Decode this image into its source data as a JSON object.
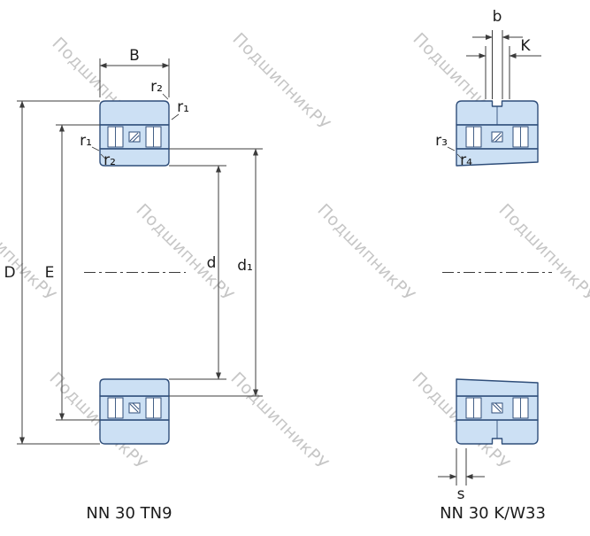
{
  "colors": {
    "ring_fill": "#cce0f4",
    "outline": "#2f4e7a",
    "dimension_line": "#3c3c3c",
    "text": "#1c1c1c",
    "watermark": "#8f8f8f"
  },
  "watermark": {
    "text": "ПодшипникРУ"
  },
  "left_drawing": {
    "caption": "NN 30 TN9",
    "labels": {
      "B": "B",
      "D": "D",
      "E": "E",
      "d": "d",
      "d1": "d₁",
      "r1": "r₁",
      "r2": "r₂"
    }
  },
  "right_drawing": {
    "caption": "NN 30 K/W33",
    "labels": {
      "b": "b",
      "K": "K",
      "s": "s",
      "r3": "r₃",
      "r4": "r₄"
    }
  }
}
